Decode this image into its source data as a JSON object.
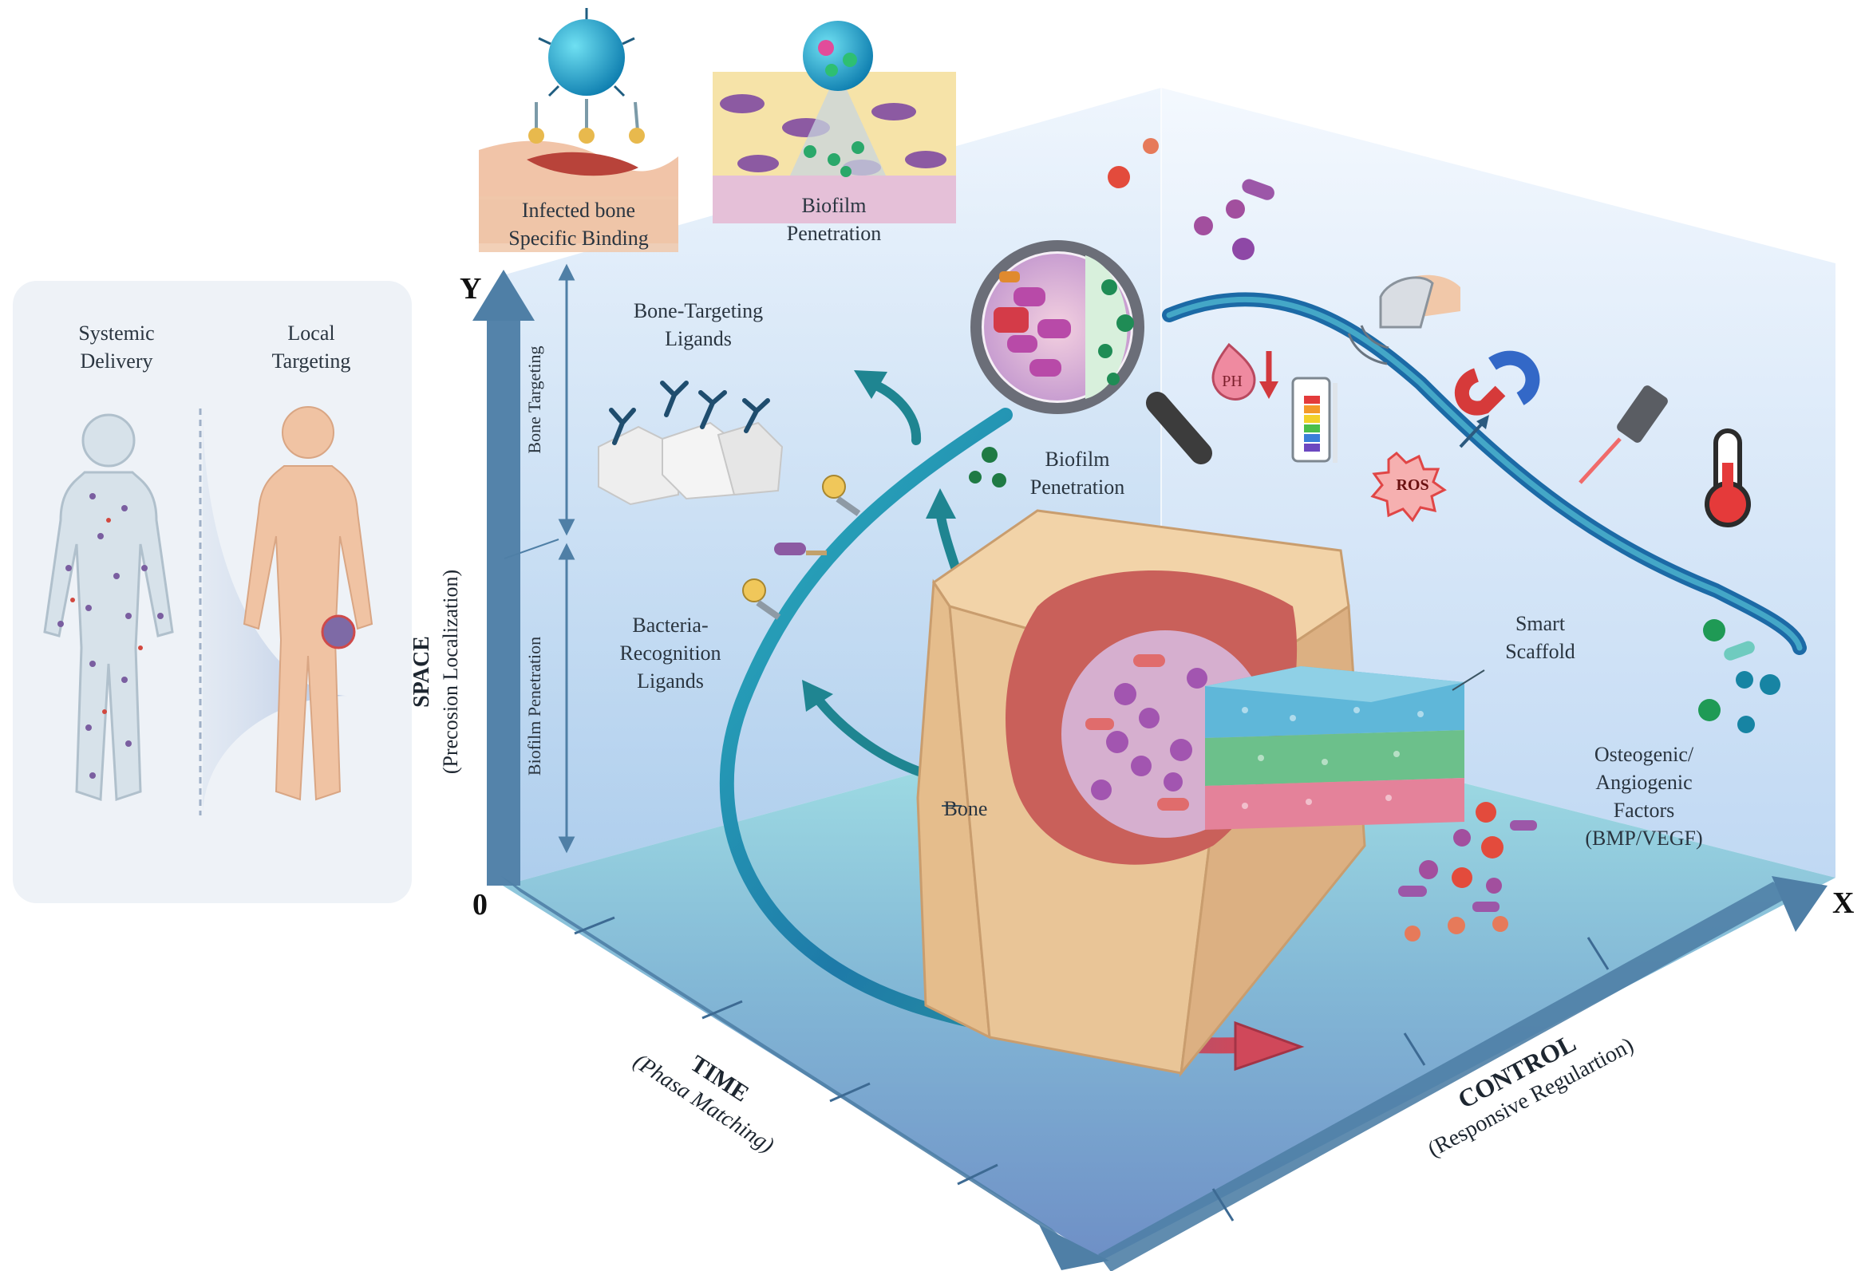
{
  "side_panel": {
    "left_title": "Systemic\nDelivery",
    "right_title": "Local\nTargeting"
  },
  "top_insets": {
    "binding_caption": "Infected bone\nSpecific Binding",
    "penetration_caption": "Biofilm\nPenetration"
  },
  "axes": {
    "y_letter": "Y",
    "x_letter": "X",
    "origin": "0",
    "space_title": "SPACE",
    "space_subtitle": "(Precosion Localization)",
    "time_title": "TIME",
    "time_subtitle": "(Phasa Matching)",
    "control_title": "CONTROL",
    "control_subtitle": "(Responsive Regulartion)",
    "bone_targeting": "Bone Targeting",
    "biofilm_penetration_axis": "Biofilm Penetration"
  },
  "labels": {
    "bone_targeting_ligands": "Bone-Targeting\nLigands",
    "bacteria_recognition_ligands": "Bacteria-\nRecognition\nLigands",
    "biofilm_penetration": "Biofilm\nPenetration",
    "bone": "Bone",
    "smart_scaffold": "Smart\nScaffold",
    "osteogenic_factors": "Osteogenic/\nAngiogenic\nFactors\n(BMP/VEGF)",
    "ph": "PH",
    "ros": "ROS"
  },
  "colors": {
    "room_top": "#cfe1f7",
    "room_floor": "#7fb8d2",
    "axis_blue": "#4f7fa6",
    "curve_teal": "#1a8aa3",
    "curve_red": "#c9495a",
    "bone_tan": "#e8c9a0",
    "scaffold_blue": "#63b3d3",
    "scaffold_green": "#6cc28a",
    "scaffold_pink": "#e57f98"
  },
  "icons": [
    "human-silhouette-icon",
    "nanoparticle-icon",
    "magnifier-icon",
    "ultrasound-probe-icon",
    "magnet-icon",
    "laser-pen-icon",
    "thermometer-icon",
    "ph-drop-icon",
    "ph-strip-icon",
    "ros-burst-icon",
    "bacteria-icon",
    "crystal-bone-icon",
    "ligand-key-icon",
    "growth-factor-sphere-icon"
  ]
}
